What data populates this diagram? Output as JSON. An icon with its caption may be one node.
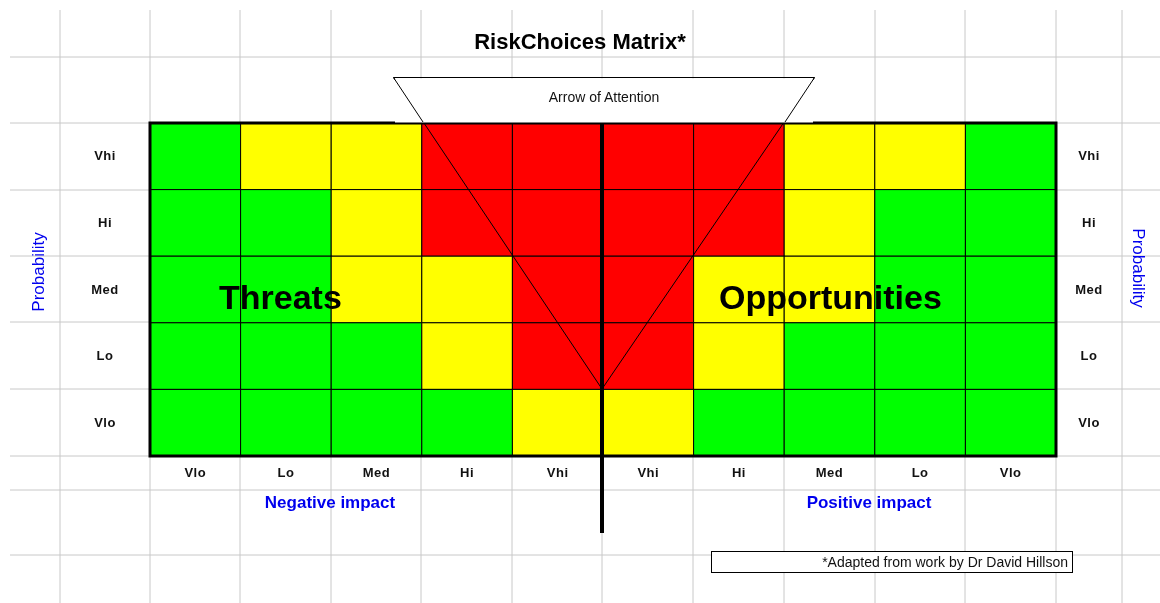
{
  "diagram": {
    "title": "RiskChoices Matrix*",
    "nodes": [
      {
        "text": [
          "Arrow of Attention"
        ]
      },
      {
        "text": [
          "*Adapted from work by Dr David Hillson"
        ]
      }
    ],
    "labels": [
      "Vhi",
      "Vhi",
      "Hi",
      "Hi",
      "Probability",
      "Med",
      "Threats",
      "Opportunities",
      "Med",
      "Probability",
      "Lo",
      "Lo",
      "Vlo",
      "Vlo",
      "Vlo",
      "Lo",
      "Med",
      "Hi",
      "Vhi",
      "Vhi",
      "Hi",
      "Med",
      "Lo",
      "Vlo",
      "Negative impact",
      "Positive impact"
    ]
  }
}
